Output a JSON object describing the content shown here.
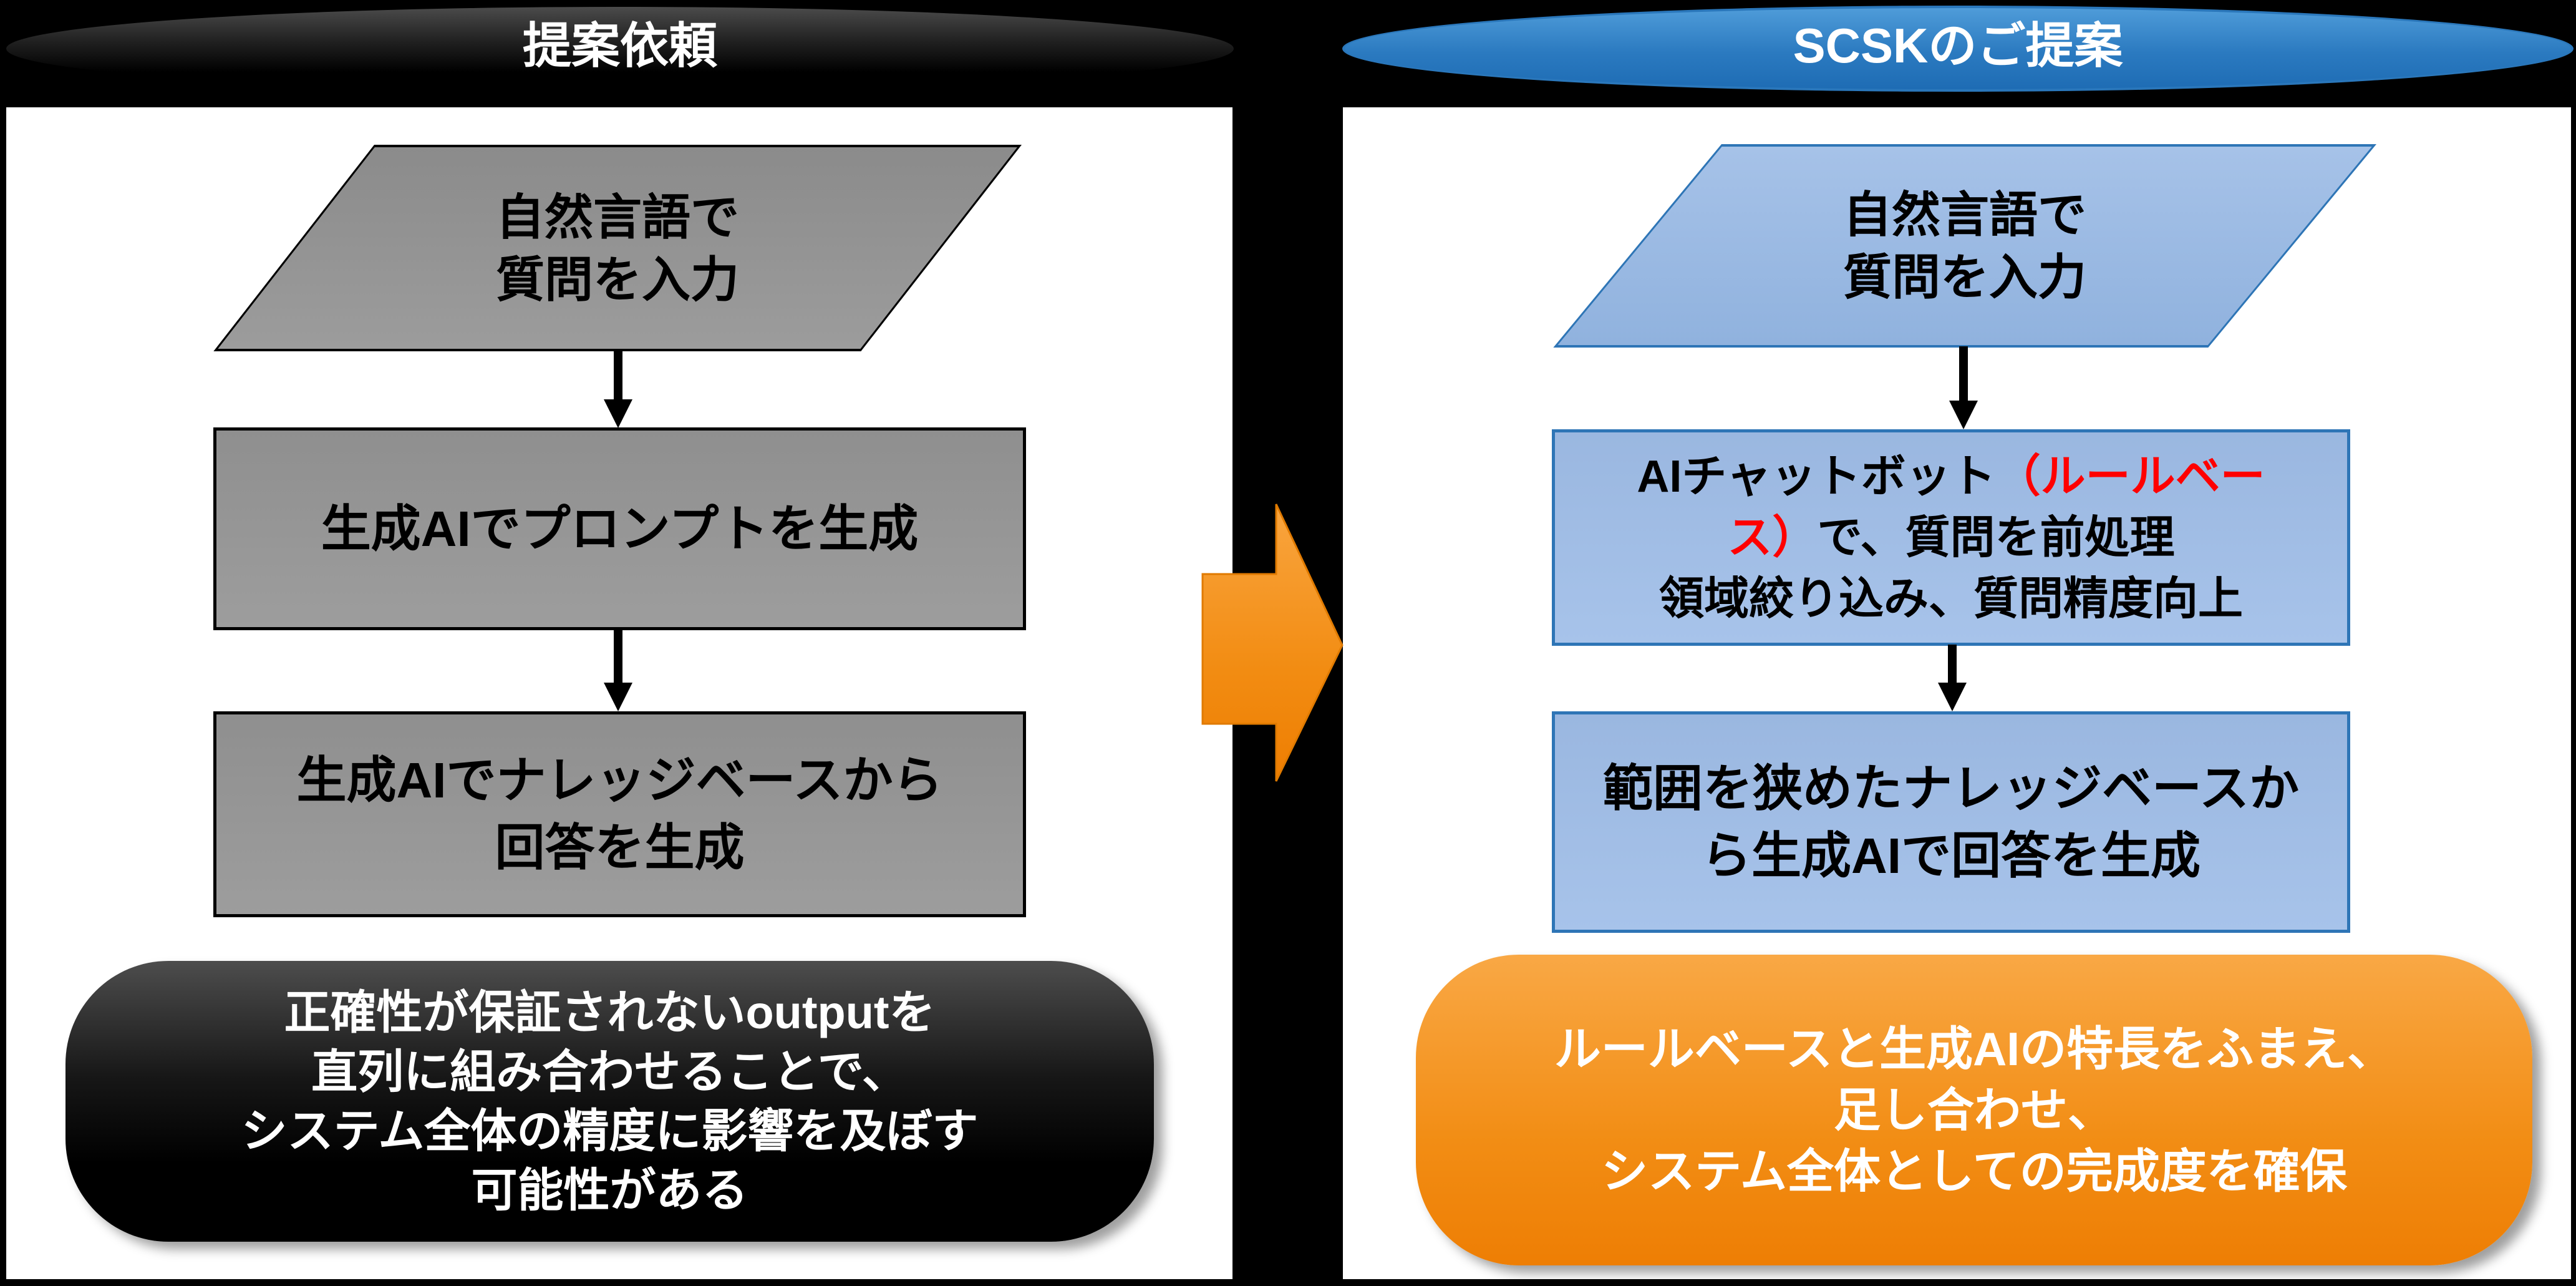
{
  "left": {
    "title": "提案依頼",
    "step1": {
      "line1": "自然言語で",
      "line2": "質問を入力"
    },
    "step2": {
      "label": "生成AIでプロンプトを生成"
    },
    "step3": {
      "line1": "生成AIでナレッジベースから",
      "line2": "回答を生成"
    },
    "warning": {
      "line1": "正確性が保証されないoutputを",
      "line2": "直列に組み合わせることで、",
      "line3": "システム全体の精度に影響を及ぼす",
      "line4": "可能性がある"
    }
  },
  "right": {
    "title": "SCSKのご提案",
    "step1": {
      "line1": "自然言語で",
      "line2": "質問を入力"
    },
    "step2": {
      "line1_black": "AIチャットボット",
      "line1_red": "（ルールベー",
      "line2_red": "ス）",
      "line2_black": "で、質問を前処理",
      "line3": "領域絞り込み、質問精度向上"
    },
    "step3": {
      "line1": "範囲を狭めたナレッジベースか",
      "line2": "ら生成AIで回答を生成"
    },
    "benefit": {
      "line1": "ルールベースと生成AIの特長をふまえ、",
      "line2": "足し合わせ、",
      "line3": "システム全体としての完成度を確保"
    }
  },
  "colors": {
    "highlight_red": "#FF0000",
    "header_blue": "#2B7AC0",
    "flow_blue_border": "#2E75B6",
    "flow_blue_fill": "#A0BCE4",
    "flow_gray_fill": "#969696",
    "warning_black": "#000000",
    "benefit_orange": "#F28D14",
    "transition_arrow_orange": "#F49425"
  }
}
